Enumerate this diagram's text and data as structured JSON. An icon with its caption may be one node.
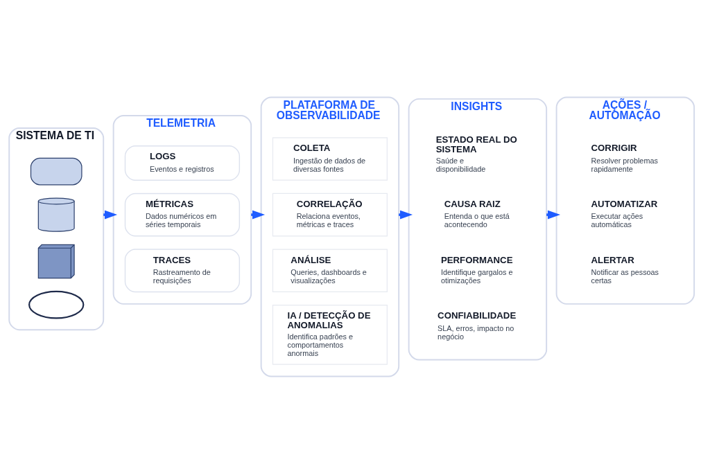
{
  "diagram": {
    "nodes": [
      {
        "text": [
          "SISTEMA DE TI"
        ]
      },
      {
        "text": [],
        "shape": "box",
        "in": 0
      },
      {
        "text": [],
        "shape": "cylinder",
        "in": 0
      },
      {
        "text": [],
        "shape": "cube",
        "in": 0
      },
      {
        "text": [],
        "shape": "cloud",
        "in": 0
      },
      {
        "text": [
          "TELEMETRIA"
        ]
      },
      {
        "text": [
          "LOGS",
          "Eventos e registros"
        ],
        "in": 5
      },
      {
        "text": [
          "MÉTRICAS",
          "Dados numéricos em séries temporais"
        ],
        "in": 5
      },
      {
        "text": [
          "TRACES",
          "Rastreamento de requisições"
        ],
        "in": 5
      },
      {
        "text": [
          "PLATAFORMA DE OBSERVABILIDADE"
        ]
      },
      {
        "text": [
          "COLETA",
          "Ingestão de dados de diversas fontes"
        ],
        "in": 9
      },
      {
        "text": [
          "CORRELAÇÃO",
          "Relaciona eventos, métricas e traces"
        ],
        "in": 9
      },
      {
        "text": [
          "ANÁLISE",
          "Queries, dashboards e visualizações"
        ],
        "in": 9
      },
      {
        "text": [
          "IA / DETECÇÃO DE ANOMALIAS",
          "Identifica padrões e comportamentos anormais"
        ],
        "in": 9
      },
      {
        "text": [
          "INSIGHTS"
        ]
      },
      {
        "text": [
          "ESTADO REAL DO SISTEMA",
          "Saúde e disponibilidade"
        ],
        "in": 14
      },
      {
        "text": [
          "CAUSA RAIZ",
          "Entenda o que está acontecendo"
        ],
        "in": 14
      },
      {
        "text": [
          "PERFORMANCE",
          "Identifique gargalos e otimizações"
        ],
        "in": 14
      },
      {
        "text": [
          "CONFIABILIDADE",
          "SLA, erros, impacto no negócio"
        ],
        "in": 14
      },
      {
        "text": [
          "AÇÕES / AUTOMAÇÃO"
        ]
      },
      {
        "text": [
          "CORRIGIR",
          "Resolver problemas rapidamente"
        ],
        "in": 19
      },
      {
        "text": [
          "AUTOMATIZAR",
          "Executar ações automáticas"
        ],
        "in": 19
      },
      {
        "text": [
          "ALERTAR",
          "Notificar as pessoas certas"
        ],
        "in": 19
      }
    ],
    "edges": [
      {
        "from": 0,
        "to": 5,
        "arrow": "to"
      },
      {
        "from": 5,
        "to": 9,
        "arrow": "to"
      },
      {
        "from": 9,
        "to": 14,
        "arrow": "to"
      },
      {
        "from": 14,
        "to": 19,
        "arrow": "to"
      }
    ]
  }
}
